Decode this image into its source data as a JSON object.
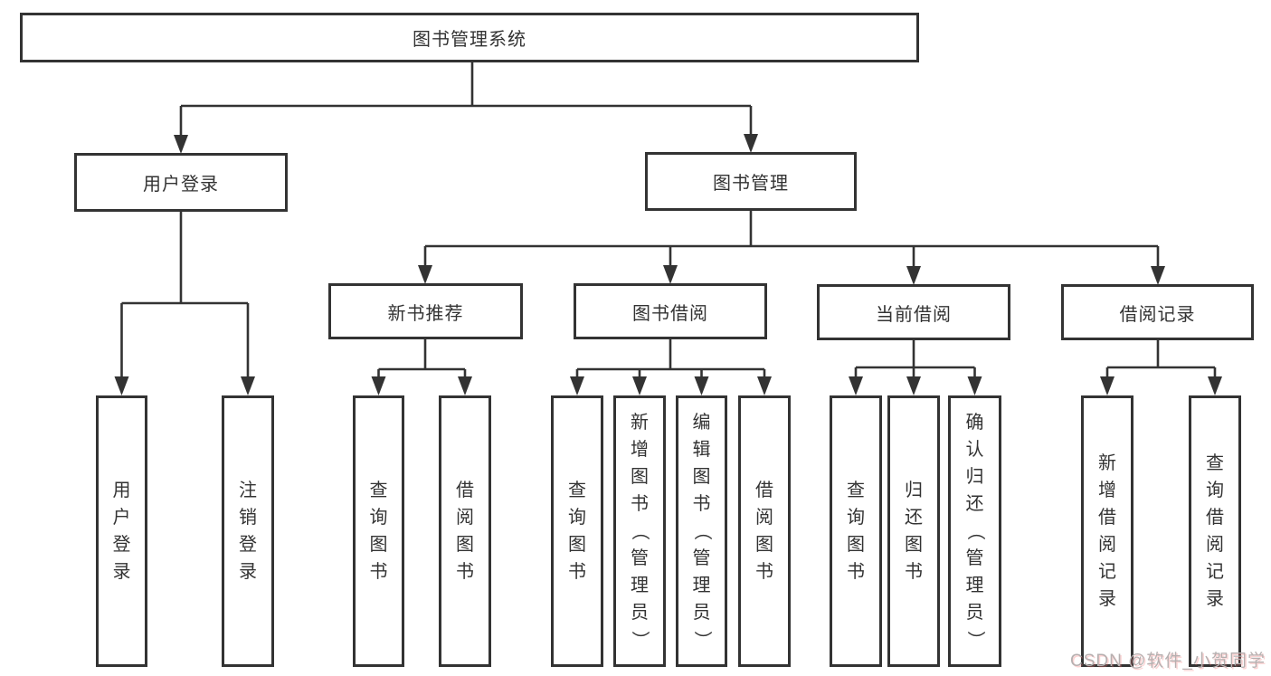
{
  "tree": {
    "root": {
      "label": "图书管理系统",
      "children": [
        {
          "label": "用户登录",
          "children": [
            {
              "label": "用户登录"
            },
            {
              "label": "注销登录"
            }
          ]
        },
        {
          "label": "图书管理",
          "children": [
            {
              "label": "新书推荐",
              "children": [
                {
                  "label": "查询图书"
                },
                {
                  "label": "借阅图书"
                }
              ]
            },
            {
              "label": "图书借阅",
              "children": [
                {
                  "label": "查询图书"
                },
                {
                  "label": "新增图书（管理员）"
                },
                {
                  "label": "编辑图书（管理员）"
                },
                {
                  "label": "借阅图书"
                }
              ]
            },
            {
              "label": "当前借阅",
              "children": [
                {
                  "label": "查询图书"
                },
                {
                  "label": "归还图书"
                },
                {
                  "label": "确认归还（管理员）"
                }
              ]
            },
            {
              "label": "借阅记录",
              "children": [
                {
                  "label": "新增借阅记录"
                },
                {
                  "label": "查询借阅记录"
                }
              ]
            }
          ]
        }
      ]
    }
  },
  "watermark": "CSDN @软件_小贺同学",
  "colors": {
    "line": "#333333",
    "box_border": "#333333",
    "box_fill": "#ffffff",
    "text": "#333333",
    "watermark": "#b6b0b0"
  }
}
